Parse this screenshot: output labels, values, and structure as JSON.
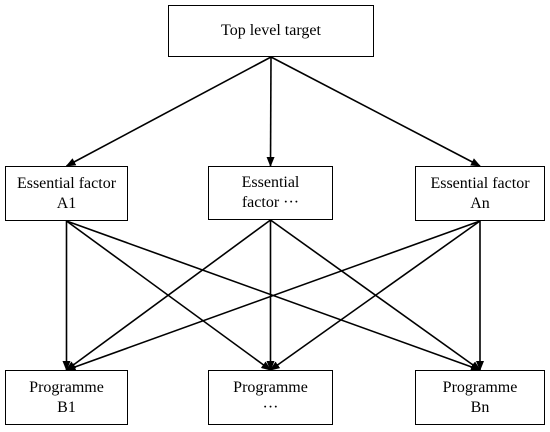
{
  "nodes": {
    "top": {
      "lines": [
        "Top level target"
      ]
    },
    "factor_a1": {
      "lines": [
        "Essential factor",
        "A1"
      ]
    },
    "factor_mid": {
      "lines": [
        "Essential",
        "factor ···"
      ]
    },
    "factor_an": {
      "lines": [
        "Essential factor",
        "An"
      ]
    },
    "programme_b1": {
      "lines": [
        "Programme",
        "B1"
      ]
    },
    "programme_mid": {
      "lines": [
        "Programme",
        "···"
      ]
    },
    "programme_bn": {
      "lines": [
        "Programme",
        "Bn"
      ]
    }
  },
  "edges": [
    [
      "top",
      "factor_a1"
    ],
    [
      "top",
      "factor_mid"
    ],
    [
      "top",
      "factor_an"
    ],
    [
      "factor_a1",
      "programme_b1"
    ],
    [
      "factor_a1",
      "programme_mid"
    ],
    [
      "factor_a1",
      "programme_bn"
    ],
    [
      "factor_mid",
      "programme_b1"
    ],
    [
      "factor_mid",
      "programme_mid"
    ],
    [
      "factor_mid",
      "programme_bn"
    ],
    [
      "factor_an",
      "programme_b1"
    ],
    [
      "factor_an",
      "programme_mid"
    ],
    [
      "factor_an",
      "programme_bn"
    ]
  ],
  "colors": {
    "stroke": "#000000",
    "fill": "#ffffff"
  }
}
